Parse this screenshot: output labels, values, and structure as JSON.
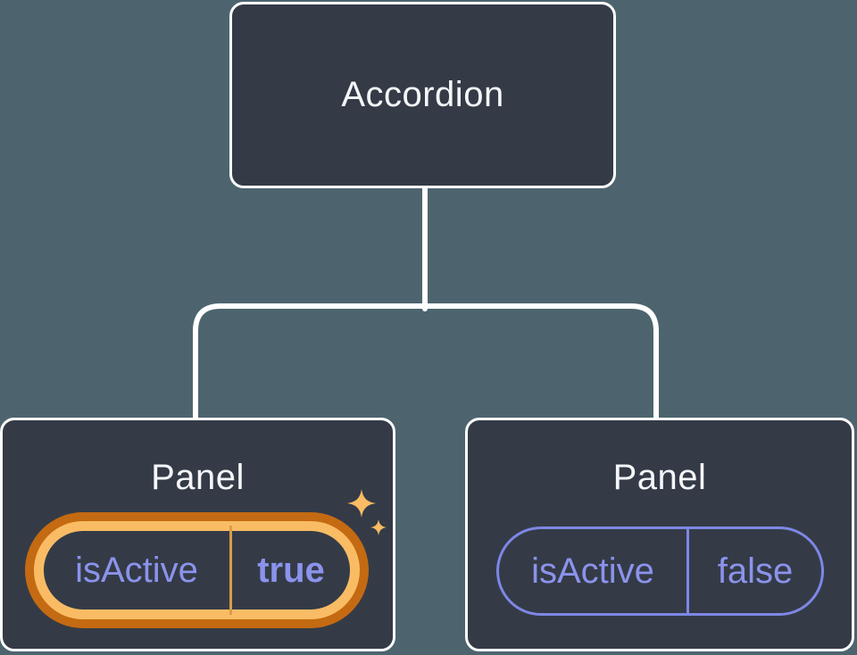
{
  "diagram": {
    "description": "component-tree",
    "root": {
      "label": "Accordion"
    },
    "children": [
      {
        "label": "Panel",
        "highlighted": true,
        "prop": {
          "name": "isActive",
          "value": "true"
        }
      },
      {
        "label": "Panel",
        "highlighted": false,
        "prop": {
          "name": "isActive",
          "value": "false"
        }
      }
    ],
    "icons": {
      "sparkles": "four-point-sparkle-stars"
    }
  },
  "colors": {
    "background": "#4D646E",
    "node_fill": "#343B47",
    "node_border": "#FFFFFF",
    "connector": "#FFFFFF",
    "text": "#F4F6F9",
    "purple_text": "#8B93EC",
    "purple_stroke": "#7E87E4",
    "ring_gold": "#F9BC64",
    "ring_dark_orange": "#C46A12",
    "divider_orange": "#DC9C48",
    "sparkle_gold": "#F9BB63"
  }
}
